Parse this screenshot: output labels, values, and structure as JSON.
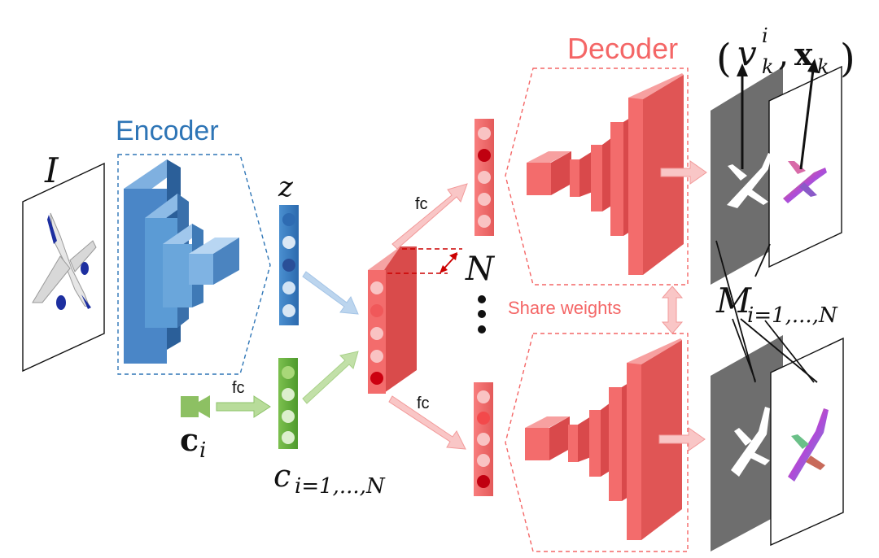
{
  "title": {
    "encoder": "Encoder",
    "decoder": "Decoder"
  },
  "input": {
    "symbol": "I"
  },
  "latent": {
    "symbol": "z"
  },
  "camera": {
    "symbol": "c",
    "subscript": "i"
  },
  "camera_code": {
    "symbol": "c",
    "subscript": "i=1,...,N"
  },
  "fc_labels": {
    "camera": "fc",
    "top": "fc",
    "bottom": "fc"
  },
  "count": {
    "symbol": "N"
  },
  "share": {
    "label": "Share weights"
  },
  "output": {
    "top_symbol_v": "v",
    "top_sup": "i",
    "top_sub": "k",
    "top_x": "x",
    "top_x_sub": "k",
    "paren_open": "(",
    "comma": ",",
    "paren_close": ")",
    "mask_symbol": "M",
    "mask_sub": "i=1,...,N"
  },
  "colors": {
    "encoder": "#2e75b6",
    "encoder_light": "#5b9bd5",
    "decoder": "#f46666",
    "decoder_dark": "#d9494b",
    "camera": "#70ad47",
    "mask_bg": "#6e6e6e"
  }
}
